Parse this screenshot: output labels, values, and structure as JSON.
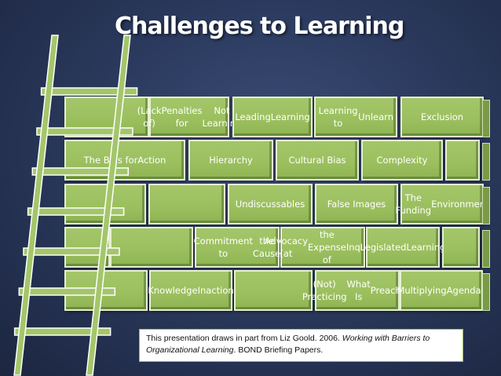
{
  "title": "Challenges to Learning",
  "rows": [
    {
      "bricks": [
        {
          "name": "brick-row1-blank-left",
          "text": ""
        },
        {
          "name": "brick-lack-of-penalties",
          "text": "(Lack of)\nPenalties for\nNot Learning"
        },
        {
          "name": "brick-leading-learning",
          "text": "Leading\nLearning"
        },
        {
          "name": "brick-learning-to-unlearn",
          "text": "Learning to\nUnlearn"
        },
        {
          "name": "brick-exclusion",
          "text": "Exclusion"
        }
      ]
    },
    {
      "bricks": [
        {
          "name": "brick-bias-for-action",
          "text": "The Bias for\nAction"
        },
        {
          "name": "brick-hierarchy",
          "text": "Hierarchy"
        },
        {
          "name": "brick-cultural-bias",
          "text": "Cultural Bias"
        },
        {
          "name": "brick-complexity",
          "text": "Complexity"
        },
        {
          "name": "brick-row2-blank-right",
          "text": ""
        }
      ]
    },
    {
      "bricks": [
        {
          "name": "brick-row3-blank-1",
          "text": ""
        },
        {
          "name": "brick-row3-blank-2",
          "text": ""
        },
        {
          "name": "brick-undiscussables",
          "text": "Undiscussables"
        },
        {
          "name": "brick-false-images",
          "text": "False Images"
        },
        {
          "name": "brick-funding-environment",
          "text": "The Funding\nEnvironment"
        }
      ]
    },
    {
      "bricks": [
        {
          "name": "brick-row4-blank-1",
          "text": ""
        },
        {
          "name": "brick-row4-blank-2",
          "text": ""
        },
        {
          "name": "brick-commitment-to-cause",
          "text": "Commitment to\nthe Cause"
        },
        {
          "name": "brick-advocacy",
          "text": "Advocacy (at\nthe Expense of\nInquiry)"
        },
        {
          "name": "brick-legislated-learning",
          "text": "Legislated\nLearning"
        },
        {
          "name": "brick-row4-blank-right",
          "text": ""
        }
      ]
    },
    {
      "bricks": [
        {
          "name": "brick-row5-blank-1",
          "text": ""
        },
        {
          "name": "brick-knowledge-inaction",
          "text": "Knowledge\nInaction"
        },
        {
          "name": "brick-row5-blank-2",
          "text": ""
        },
        {
          "name": "brick-not-practicing",
          "text": "(Not) Practicing\nWhat Is\nPreached"
        },
        {
          "name": "brick-multiplying-agendas",
          "text": "Multiplying\nAgendas"
        }
      ]
    }
  ],
  "citation": {
    "prefix": "This presentation draws in part from Liz Goold. 2006. ",
    "italic1": "Working with Barriers to",
    "italic2": "Organizational Learning",
    "suffix": ". BOND Briefing Papers."
  },
  "colors": {
    "brick": "#9bbf5e",
    "mortar": "#e6f0d0",
    "background": "#2b3a5e",
    "ladder": "#a4c66a"
  }
}
